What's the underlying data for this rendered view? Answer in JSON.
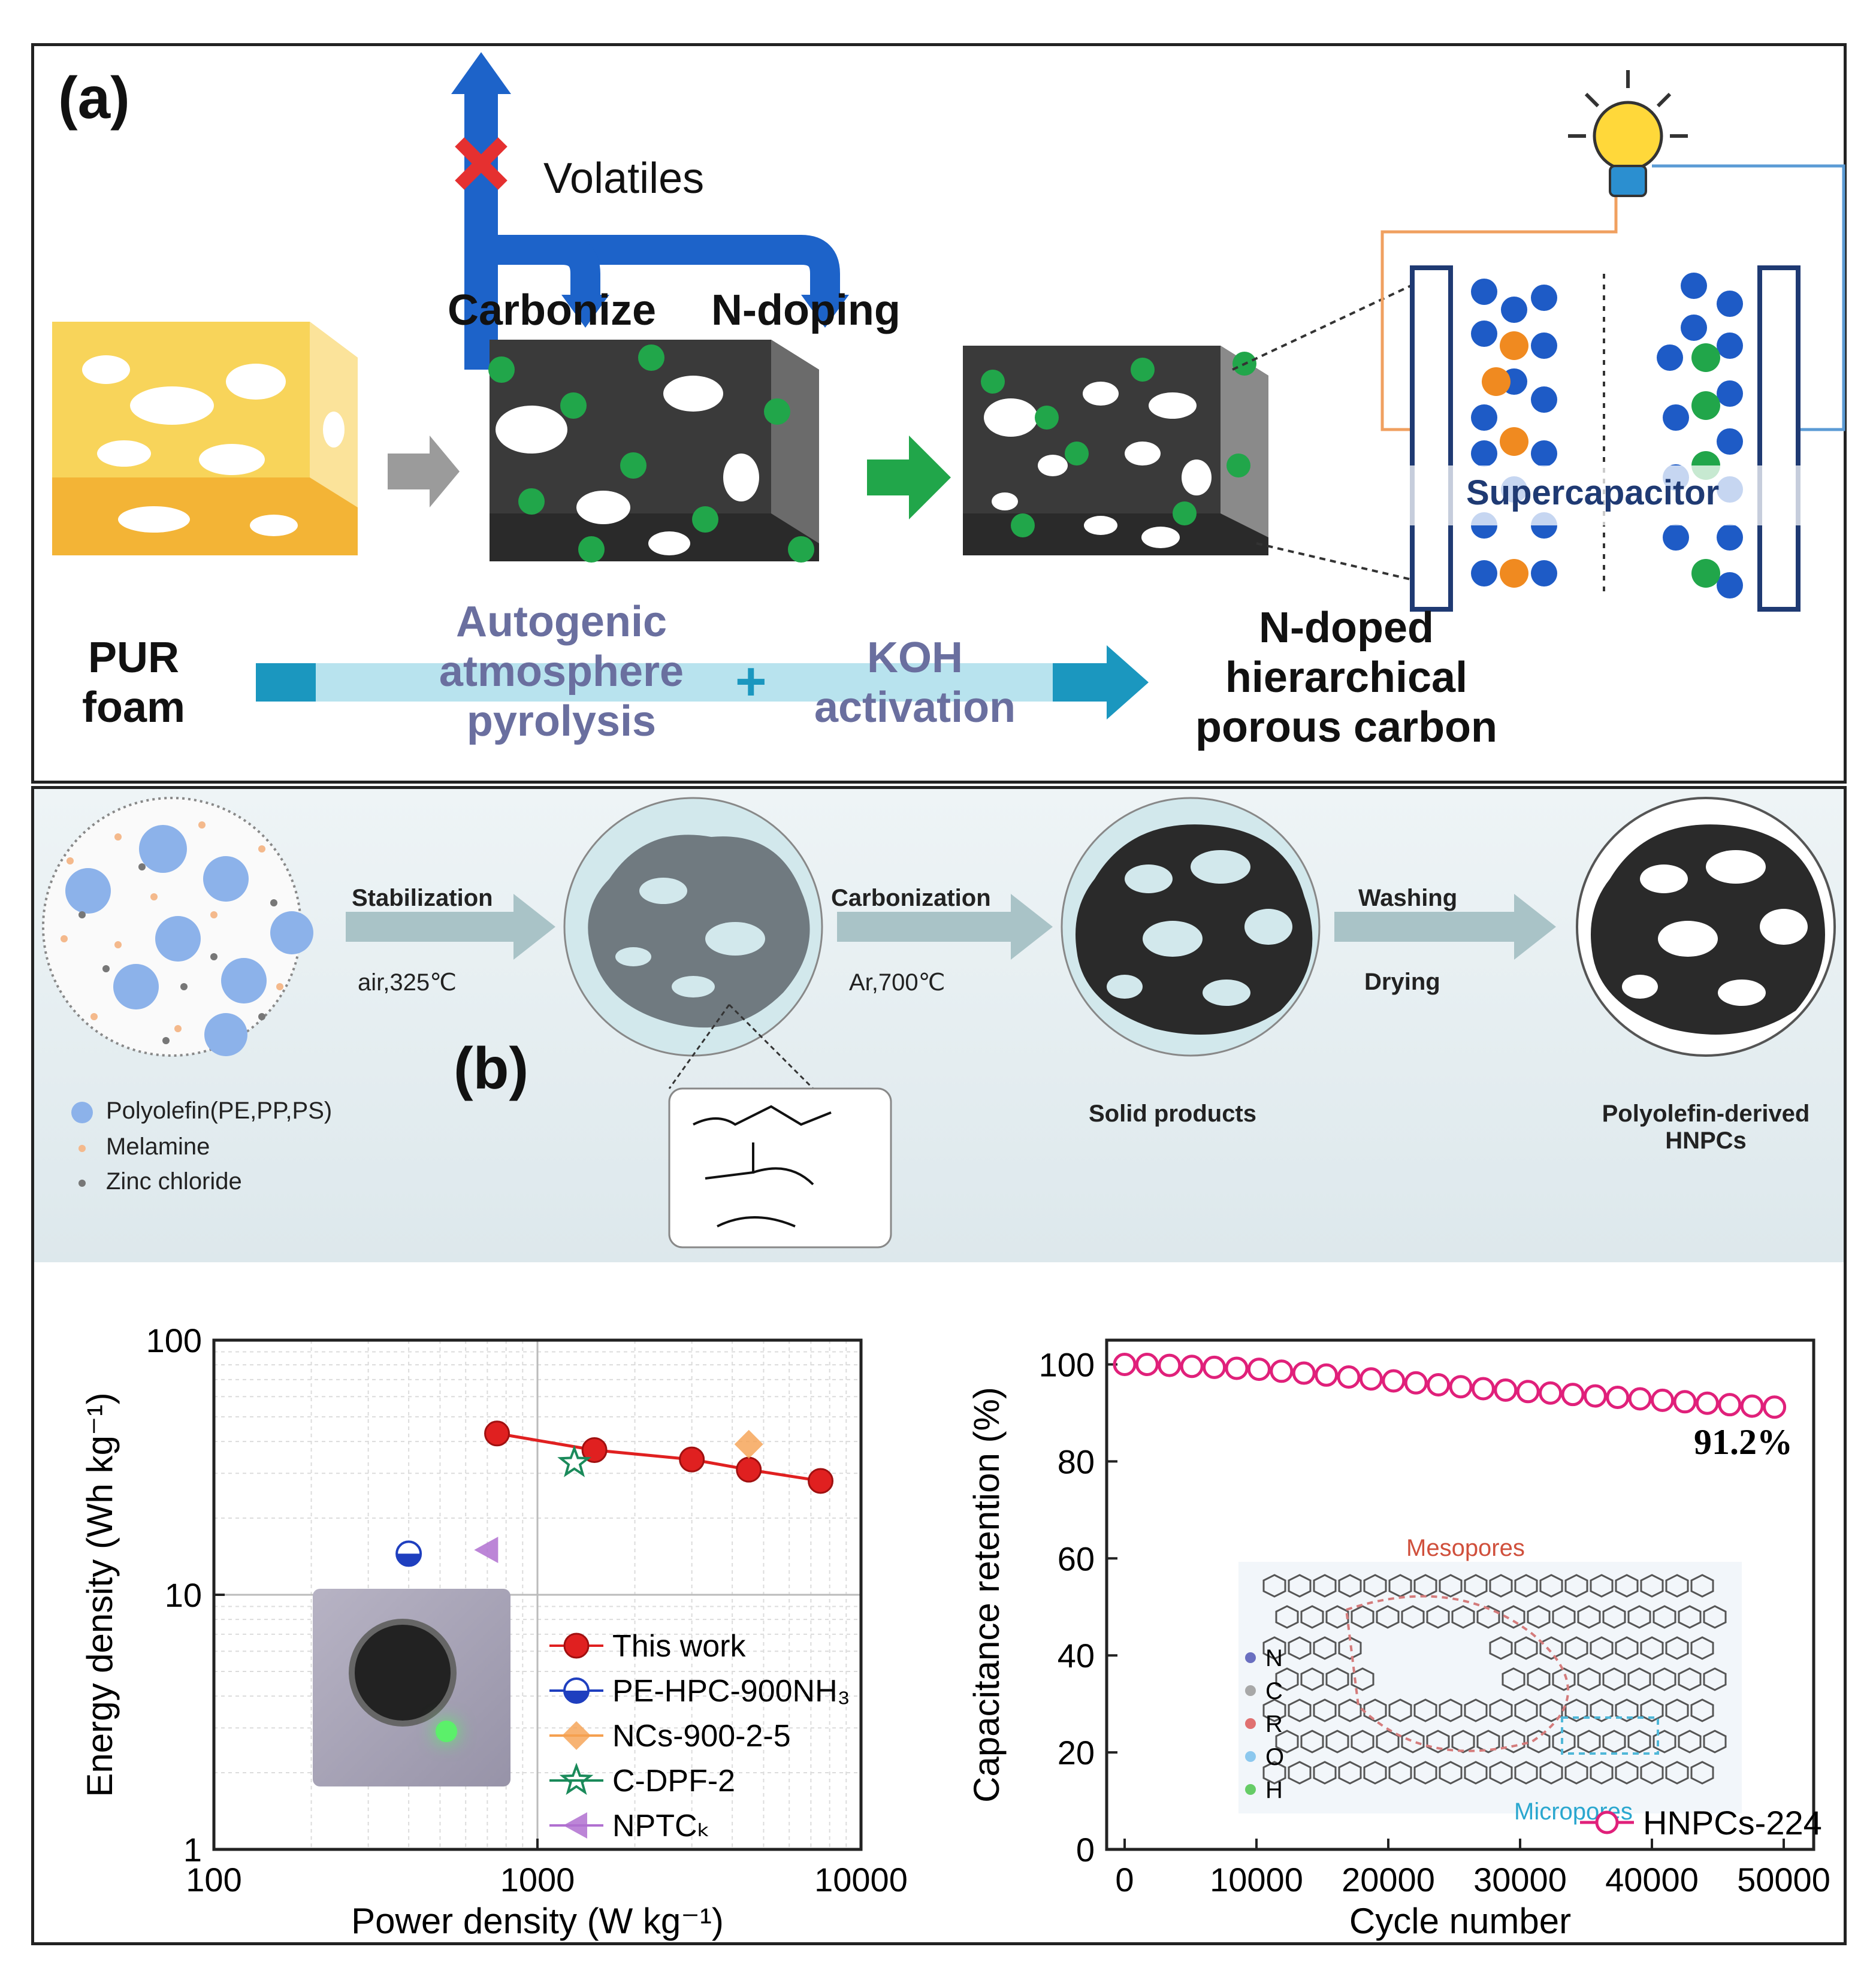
{
  "panel_a": {
    "label": "(a)",
    "volatiles": "Volatiles",
    "carbonize": "Carbonize",
    "n_doping": "N-doping",
    "supercapacitor": "Supercapacitor",
    "pur_foam": "PUR\nfoam",
    "autogenic": "Autogenic\natmosphere\npyrolysis",
    "plus": "+",
    "koh": "KOH\nactivation",
    "product": "N-doped\nhierarchical\nporous carbon"
  },
  "panel_b": {
    "label": "(b)",
    "step1_top": "Stabilization",
    "step1_bottom": "air,325℃",
    "step2_top": "Carbonization",
    "step2_bottom": "Ar,700℃",
    "step3_top": "Washing",
    "step3_bottom": "Drying",
    "solid_products": "Solid products",
    "final_product": "Polyolefin-derived\nHNPCs",
    "legend": [
      "Polyolefin(PE,PP,PS)",
      "Melamine",
      "Zinc chloride"
    ]
  },
  "chart_left": {
    "ylabel": "Energy density (Wh kg⁻¹)",
    "xlabel": "Power density (W kg⁻¹)",
    "x_ticks": [
      "100",
      "1000",
      "10000"
    ],
    "y_ticks": [
      "1",
      "10",
      "100"
    ],
    "legend": [
      "This work",
      "PE-HPC-900NH₃",
      "NCs-900-2-5",
      "C-DPF-2",
      "NPTCₖ"
    ]
  },
  "chart_right": {
    "ylabel": "Capacitance retention (%)",
    "xlabel": "Cycle number",
    "x_ticks": [
      "0",
      "10000",
      "20000",
      "30000",
      "40000",
      "50000"
    ],
    "y_ticks": [
      "0",
      "20",
      "40",
      "60",
      "80",
      "100"
    ],
    "annotation": "91.2%",
    "legend": "HNPCs-224",
    "mesopores": "Mesopores",
    "micropores": "Micropores",
    "atoms": [
      "N",
      "C",
      "R",
      "O",
      "H"
    ]
  },
  "chart_data": [
    {
      "type": "scatter",
      "xlabel": "Power density (W kg⁻¹)",
      "ylabel": "Energy density (Wh kg⁻¹)",
      "xscale": "log",
      "yscale": "log",
      "xlim": [
        100,
        10000
      ],
      "ylim": [
        1,
        100
      ],
      "grid": true,
      "legend_position": "bottom-right",
      "series": [
        {
          "name": "This work",
          "color": "#e02020",
          "marker": "circle",
          "line": true,
          "x": [
            750,
            1500,
            3000,
            4500,
            7500
          ],
          "y": [
            43,
            37,
            34,
            31,
            28
          ]
        },
        {
          "name": "PE-HPC-900NH₃",
          "color": "#1f3fbf",
          "marker": "half-circle",
          "x": [
            400
          ],
          "y": [
            14.5
          ]
        },
        {
          "name": "NCs-900-2-5",
          "color": "#f5a050",
          "marker": "diamond",
          "x": [
            4500
          ],
          "y": [
            39
          ]
        },
        {
          "name": "C-DPF-2",
          "color": "#1a8a5a",
          "marker": "star",
          "x": [
            1300
          ],
          "y": [
            33
          ]
        },
        {
          "name": "NPTCₖ",
          "color": "#b070d0",
          "marker": "triangle-left",
          "x": [
            700
          ],
          "y": [
            15
          ]
        }
      ]
    },
    {
      "type": "scatter",
      "xlabel": "Cycle number",
      "ylabel": "Capacitance retention (%)",
      "xlim": [
        0,
        50000
      ],
      "ylim": [
        0,
        105
      ],
      "legend_position": "bottom-right",
      "series": [
        {
          "name": "HNPCs-224",
          "color": "#e0207a",
          "marker": "open-circle",
          "x": [
            0,
            1700,
            3400,
            5100,
            6800,
            8500,
            10200,
            11900,
            13600,
            15300,
            17000,
            18700,
            20400,
            22100,
            23800,
            25500,
            27200,
            28900,
            30600,
            32300,
            34000,
            35700,
            37400,
            39100,
            40800,
            42500,
            44200,
            45900,
            47600,
            49300
          ],
          "y": [
            100,
            100,
            99.8,
            99.6,
            99.4,
            99.2,
            99,
            98.6,
            98.2,
            97.8,
            97.4,
            97,
            96.6,
            96.2,
            95.8,
            95.4,
            95,
            94.7,
            94.4,
            94.1,
            93.8,
            93.5,
            93.2,
            92.9,
            92.6,
            92.3,
            92,
            91.7,
            91.4,
            91.2
          ]
        }
      ]
    }
  ]
}
